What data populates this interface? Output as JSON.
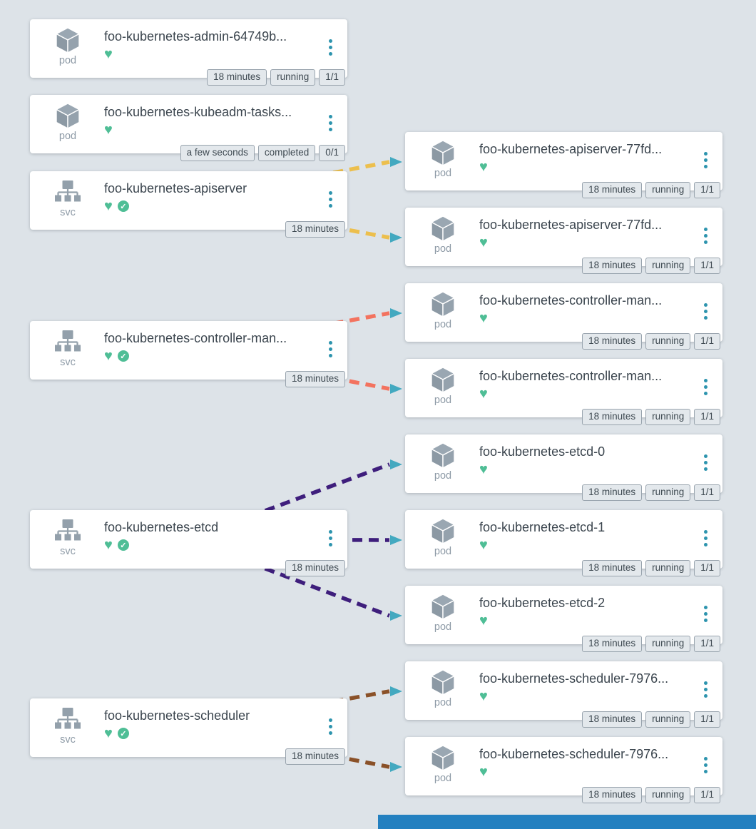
{
  "colors": {
    "background": "#dde3e8",
    "card": "#ffffff",
    "health_green": "#4fbe96",
    "menu_dots_teal": "#2d94ae",
    "arrowhead_teal": "#43a9c0",
    "edge_apiserver_yellow": "#ecbf4d",
    "edge_controller_red": "#f3735f",
    "edge_etcd_purple": "#3e1e7c",
    "edge_scheduler_brown": "#8a5128",
    "bottom_bar_blue": "#2380c0"
  },
  "icons": {
    "heart": "♥",
    "check": "✓",
    "pod_icon": "cube-icon",
    "svc_icon": "sitemap-icon",
    "menu_icon": "kebab-menu-icon"
  },
  "nodes": {
    "left": [
      {
        "kind": "pod",
        "title": "foo-kubernetes-admin-64749b...",
        "badges": [
          "18 minutes",
          "running",
          "1/1"
        ],
        "health": "healthy"
      },
      {
        "kind": "pod",
        "title": "foo-kubernetes-kubeadm-tasks...",
        "badges": [
          "a few seconds",
          "completed",
          "0/1"
        ],
        "health": "healthy"
      },
      {
        "kind": "svc",
        "title": "foo-kubernetes-apiserver",
        "badges": [
          "18 minutes"
        ],
        "health": "healthy",
        "synced": true
      },
      {
        "kind": "svc",
        "title": "foo-kubernetes-controller-man...",
        "badges": [
          "18 minutes"
        ],
        "health": "healthy",
        "synced": true
      },
      {
        "kind": "svc",
        "title": "foo-kubernetes-etcd",
        "badges": [
          "18 minutes"
        ],
        "health": "healthy",
        "synced": true
      },
      {
        "kind": "svc",
        "title": "foo-kubernetes-scheduler",
        "badges": [
          "18 minutes"
        ],
        "health": "healthy",
        "synced": true
      }
    ],
    "right": [
      {
        "kind": "pod",
        "title": "foo-kubernetes-apiserver-77fd...",
        "badges": [
          "18 minutes",
          "running",
          "1/1"
        ],
        "health": "healthy"
      },
      {
        "kind": "pod",
        "title": "foo-kubernetes-apiserver-77fd...",
        "badges": [
          "18 minutes",
          "running",
          "1/1"
        ],
        "health": "healthy"
      },
      {
        "kind": "pod",
        "title": "foo-kubernetes-controller-man...",
        "badges": [
          "18 minutes",
          "running",
          "1/1"
        ],
        "health": "healthy"
      },
      {
        "kind": "pod",
        "title": "foo-kubernetes-controller-man...",
        "badges": [
          "18 minutes",
          "running",
          "1/1"
        ],
        "health": "healthy"
      },
      {
        "kind": "pod",
        "title": "foo-kubernetes-etcd-0",
        "badges": [
          "18 minutes",
          "running",
          "1/1"
        ],
        "health": "healthy"
      },
      {
        "kind": "pod",
        "title": "foo-kubernetes-etcd-1",
        "badges": [
          "18 minutes",
          "running",
          "1/1"
        ],
        "health": "healthy"
      },
      {
        "kind": "pod",
        "title": "foo-kubernetes-etcd-2",
        "badges": [
          "18 minutes",
          "running",
          "1/1"
        ],
        "health": "healthy"
      },
      {
        "kind": "pod",
        "title": "foo-kubernetes-scheduler-7976...",
        "badges": [
          "18 minutes",
          "running",
          "1/1"
        ],
        "health": "healthy"
      },
      {
        "kind": "pod",
        "title": "foo-kubernetes-scheduler-7976...",
        "badges": [
          "18 minutes",
          "running",
          "1/1"
        ],
        "health": "healthy"
      }
    ]
  },
  "edges": [
    {
      "from": "left.2",
      "to": "right.0",
      "color": "#ecbf4d"
    },
    {
      "from": "left.2",
      "to": "right.1",
      "color": "#ecbf4d"
    },
    {
      "from": "left.3",
      "to": "right.2",
      "color": "#f3735f"
    },
    {
      "from": "left.3",
      "to": "right.3",
      "color": "#f3735f"
    },
    {
      "from": "left.4",
      "to": "right.4",
      "color": "#3e1e7c"
    },
    {
      "from": "left.4",
      "to": "right.5",
      "color": "#3e1e7c"
    },
    {
      "from": "left.4",
      "to": "right.6",
      "color": "#3e1e7c"
    },
    {
      "from": "left.5",
      "to": "right.7",
      "color": "#8a5128"
    },
    {
      "from": "left.5",
      "to": "right.8",
      "color": "#8a5128"
    }
  ]
}
